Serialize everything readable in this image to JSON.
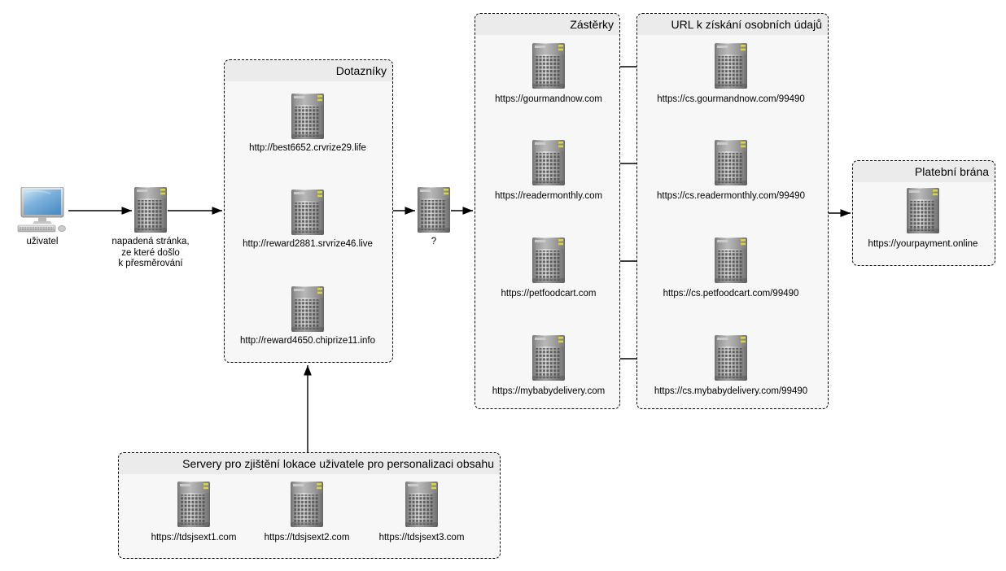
{
  "diagram_title": "redirect-fraud-flow",
  "colors": {
    "background": "#ffffff",
    "box_fill": "#f7f7f7",
    "title_bar_fill": "#ebebeb",
    "border": "#000000",
    "arrow": "#000000",
    "screen_blue": "#5b9bd5",
    "server_led_yellow": "#d9d53c"
  },
  "nodes": {
    "user": {
      "label": "uživatel",
      "icon": "computer-icon"
    },
    "infected": {
      "line1": "napadená stránka,",
      "line2": "ze které došlo",
      "line3": "k přesměrování",
      "icon": "server-icon"
    },
    "redirector": {
      "label": "?",
      "icon": "server-icon"
    }
  },
  "groups": {
    "dotazniky": {
      "title": "Dotazníky",
      "servers": [
        "http://best6652.crvrize29.life",
        "http://reward2881.srvrize46.live",
        "http://reward4650.chiprize11.info"
      ]
    },
    "zasterky": {
      "title": "Zástěrky",
      "servers": [
        "https://gourmandnow.com",
        "https://readermonthly.com",
        "https://petfoodcart.com",
        "https://mybabydelivery.com"
      ]
    },
    "osobni_udaje": {
      "title": "URL k získání osobních údajů",
      "servers": [
        "https://cs.gourmandnow.com/99490",
        "https://cs.readermonthly.com/99490",
        "https://cs.petfoodcart.com/99490",
        "https://cs.mybabydelivery.com/99490"
      ]
    },
    "platebni_brana": {
      "title": "Platební brána",
      "servers": [
        "https://yourpayment.online"
      ]
    },
    "lokace": {
      "title": "Servery pro zjištění lokace uživatele pro personalizaci obsahu",
      "servers": [
        "https://tdsjsext1.com",
        "https://tdsjsext2.com",
        "https://tdsjsext3.com"
      ]
    }
  }
}
